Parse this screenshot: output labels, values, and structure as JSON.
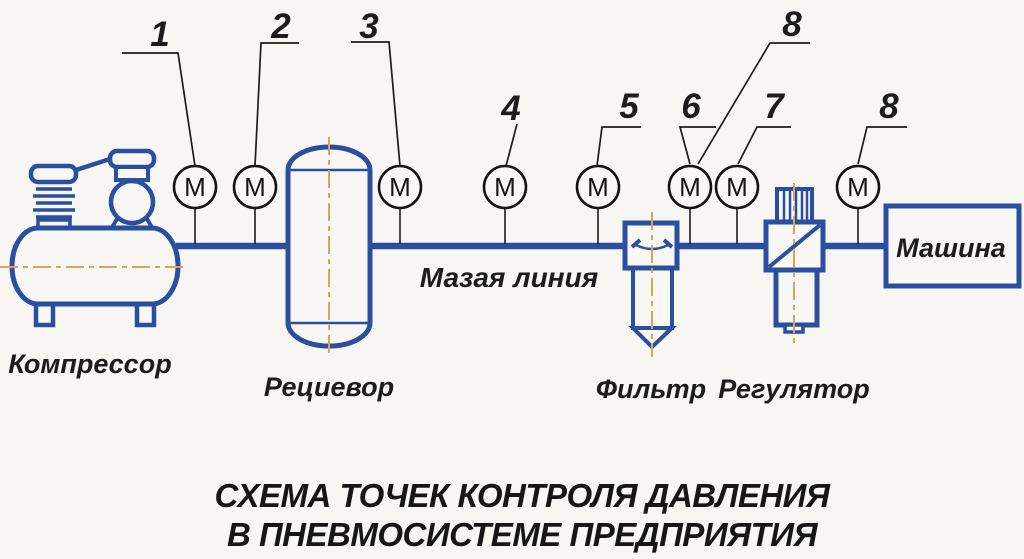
{
  "diagram": {
    "title_line1": "СХЕМА ТОЧЕК КОНТРОЛЯ ДАВЛЕНИЯ",
    "title_line2": "В ПНЕВМОСИСТЕМЕ ПРЕДПРИЯТИЯ",
    "labels": {
      "compressor": "Компрессор",
      "receiver": "Рециевор",
      "main_line": "Мазая линия",
      "filter": "Фильтр",
      "regulator": "Регулятор",
      "machine": "Машина"
    },
    "gauge_letter": "М",
    "callouts": {
      "c1": "1",
      "c2": "2",
      "c3": "3",
      "c4": "4",
      "c5": "5",
      "c6": "6",
      "c6b": "8",
      "c7": "7",
      "c8": "8"
    },
    "colors": {
      "equipment_blue": "#2b4f9f",
      "centerline_orange": "#d9a55e",
      "annotation_black": "#1c1c1c",
      "background": "#f7f6f3"
    }
  }
}
